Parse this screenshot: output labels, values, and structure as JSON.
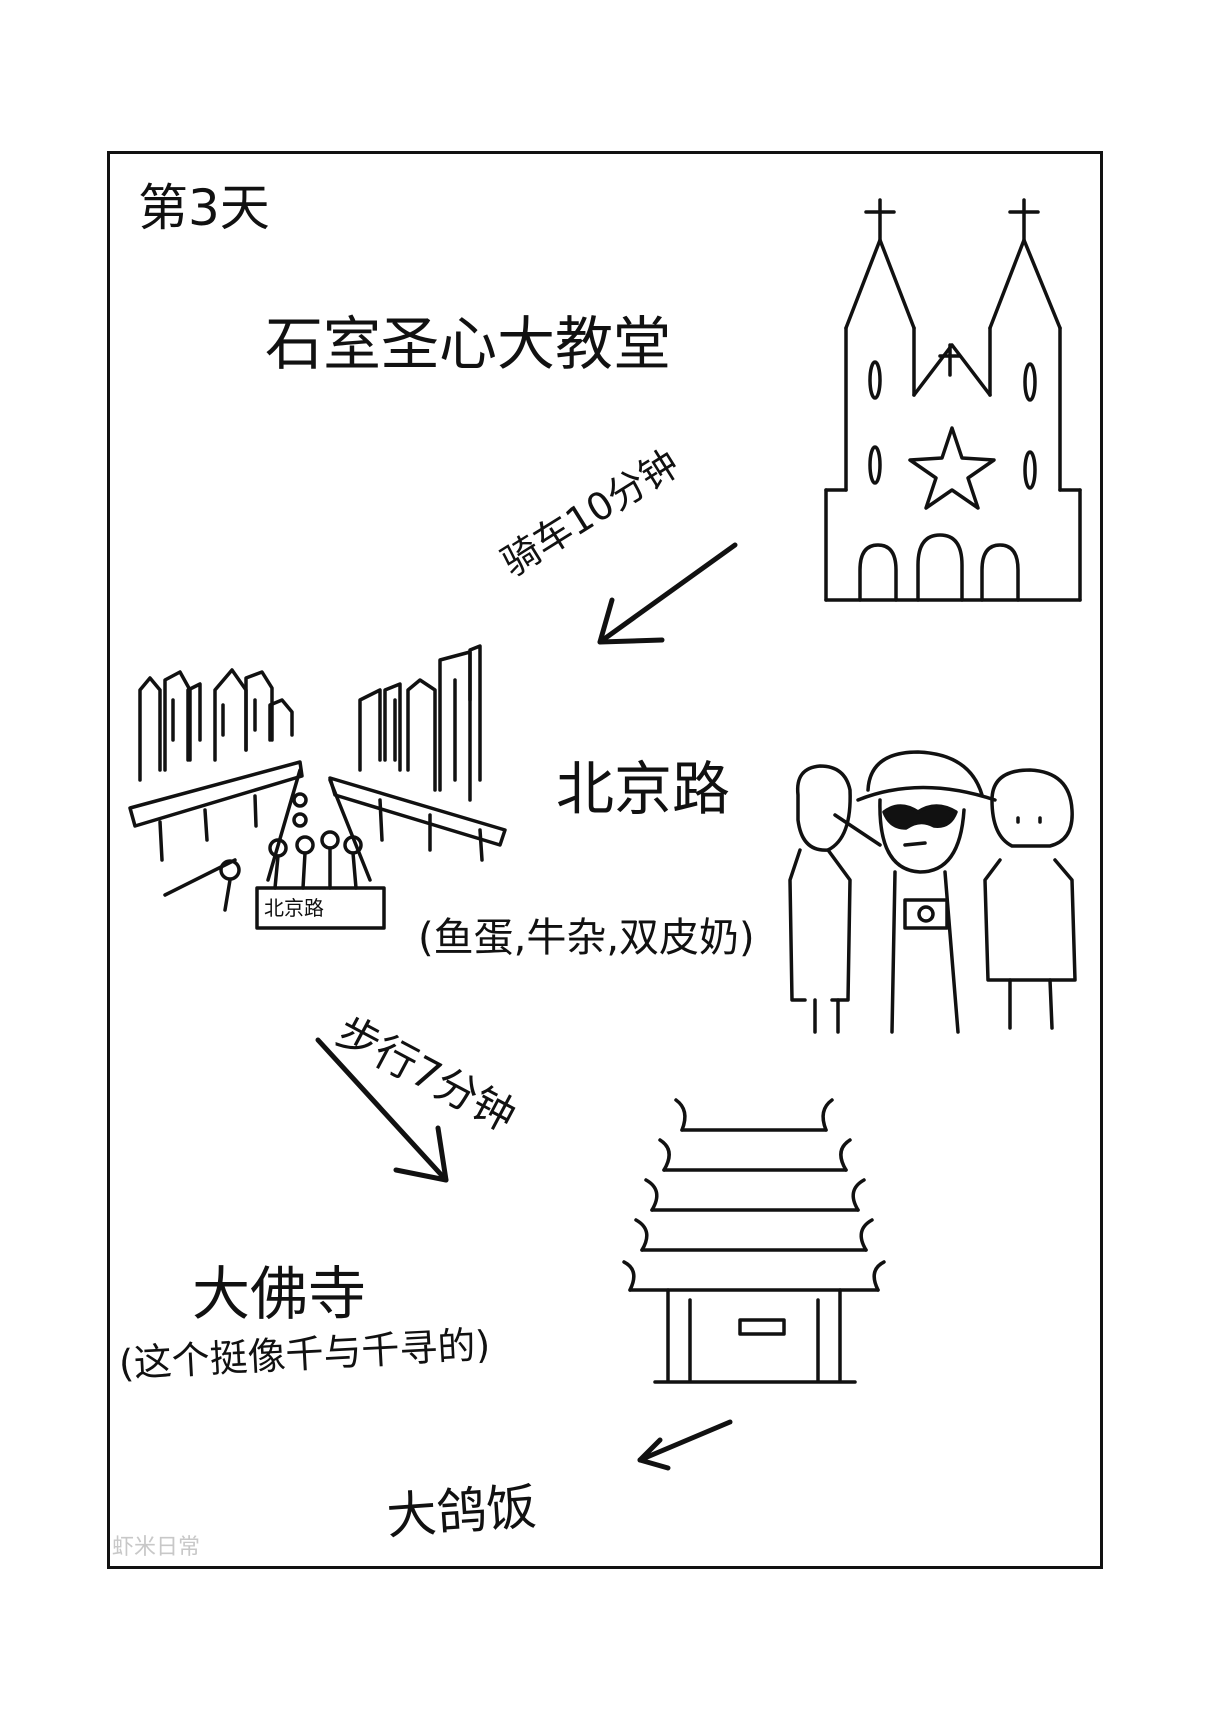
{
  "page": {
    "day_title": "第3天",
    "watermark": "虾米日常"
  },
  "stops": {
    "cathedral": {
      "name": "石室圣心大教堂"
    },
    "road": {
      "name": "北京路",
      "sign": "北京路",
      "foods": "(鱼蛋,牛杂,双皮奶)"
    },
    "temple": {
      "name": "大佛寺",
      "note": "(这个挺像千与千寻的)"
    },
    "meal": {
      "name": "大鸽饭"
    }
  },
  "routes": {
    "ride": "骑车10分钟",
    "walk": "步行7分钟"
  },
  "icons": {
    "cathedral": "cathedral-icon",
    "street": "street-scene-icon",
    "tourists": "tourists-icon",
    "pagoda": "pagoda-icon"
  },
  "colors": {
    "ink": "#111111",
    "paper": "#ffffff",
    "watermark": "#c8c8c8"
  }
}
